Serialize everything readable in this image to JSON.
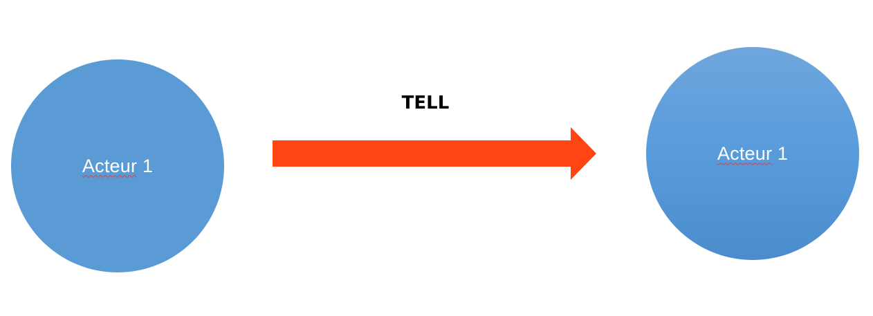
{
  "diagram": {
    "actors": [
      {
        "name": "Acteur",
        "number": "1"
      },
      {
        "name": "Acteur",
        "number": "1"
      }
    ],
    "message": {
      "label": "TELL",
      "color": "#ff4612"
    },
    "colors": {
      "actor_fill": "#5b9bd5",
      "label_text": "#ffffff"
    }
  }
}
